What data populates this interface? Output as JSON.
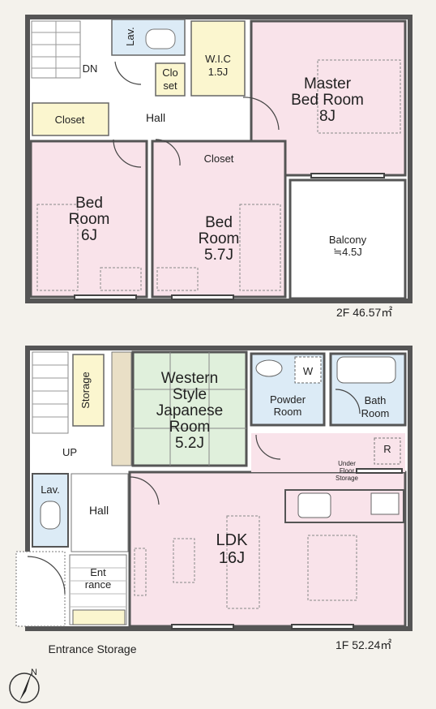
{
  "floor2": {
    "area": "2F 46.57㎡",
    "rooms": {
      "lav": "Lav.",
      "dn": "DN",
      "closet_small_1": "Clo",
      "closet_small_2": "set",
      "wic_1": "W.I.C",
      "wic_2": "1.5J",
      "master_1": "Master",
      "master_2": "Bed Room",
      "master_3": "8J",
      "closet_left": "Closet",
      "hall": "Hall",
      "closet_mid": "Closet",
      "bed_left_1": "Bed",
      "bed_left_2": "Room",
      "bed_left_3": "6J",
      "bed_mid_1": "Bed",
      "bed_mid_2": "Room",
      "bed_mid_3": "5.7J",
      "balcony_1": "Balcony",
      "balcony_2": "≒4.5J"
    }
  },
  "floor1": {
    "area": "1F 52.24㎡",
    "rooms": {
      "storage": "Storage",
      "western_1": "Western",
      "western_2": "Style",
      "western_3": "Japanese",
      "western_4": "Room",
      "western_5": "5.2J",
      "w_mark": "W",
      "powder_1": "Powder",
      "powder_2": "Room",
      "bath_1": "Bath",
      "bath_2": "Room",
      "r_mark": "R",
      "underfloor_1": "Under",
      "underfloor_2": "Floor",
      "underfloor_3": "Storage",
      "up": "UP",
      "lav": "Lav.",
      "hall": "Hall",
      "ldk_1": "LDK",
      "ldk_2": "16J",
      "entrance_1": "Ent",
      "entrance_2": "rance",
      "entrance_storage": "Entrance Storage"
    }
  },
  "compass": {
    "north": "N"
  },
  "colors": {
    "wall": "#555555",
    "pink": "#f9e3ea",
    "blue": "#dcebf6",
    "yellow": "#fbf6cf",
    "green": "#e0f0dc",
    "white": "#ffffff",
    "beige": "#e9dfc6"
  }
}
